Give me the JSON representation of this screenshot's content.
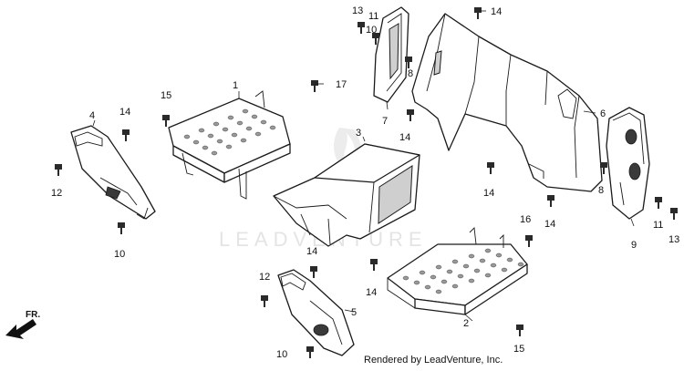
{
  "diagram": {
    "callouts": [
      {
        "id": "c13a",
        "label": "13"
      },
      {
        "id": "c11a",
        "label": "11"
      },
      {
        "id": "c10a",
        "label": "10"
      },
      {
        "id": "c8a",
        "label": "8"
      },
      {
        "id": "c14a",
        "label": "14"
      },
      {
        "id": "c17",
        "label": "17"
      },
      {
        "id": "c7",
        "label": "7"
      },
      {
        "id": "c14b",
        "label": "14"
      },
      {
        "id": "c6",
        "label": "6"
      },
      {
        "id": "c1",
        "label": "1"
      },
      {
        "id": "c15a",
        "label": "15"
      },
      {
        "id": "c4",
        "label": "4"
      },
      {
        "id": "c14c",
        "label": "14"
      },
      {
        "id": "c3",
        "label": "3"
      },
      {
        "id": "c12a",
        "label": "12"
      },
      {
        "id": "c10b",
        "label": "10"
      },
      {
        "id": "c14d",
        "label": "14"
      },
      {
        "id": "c14e",
        "label": "14"
      },
      {
        "id": "c8b",
        "label": "8"
      },
      {
        "id": "c16",
        "label": "16"
      },
      {
        "id": "c9",
        "label": "9"
      },
      {
        "id": "c11b",
        "label": "11"
      },
      {
        "id": "c13b",
        "label": "13"
      },
      {
        "id": "c14f",
        "label": "14"
      },
      {
        "id": "c14g",
        "label": "14"
      },
      {
        "id": "c12b",
        "label": "12"
      },
      {
        "id": "c5",
        "label": "5"
      },
      {
        "id": "c2",
        "label": "2"
      },
      {
        "id": "c10c",
        "label": "10"
      },
      {
        "id": "c15b",
        "label": "15"
      }
    ],
    "direction_label": "FR.",
    "watermark": "LEADVENTURE",
    "credit": "Rendered by LeadVenture, Inc."
  }
}
